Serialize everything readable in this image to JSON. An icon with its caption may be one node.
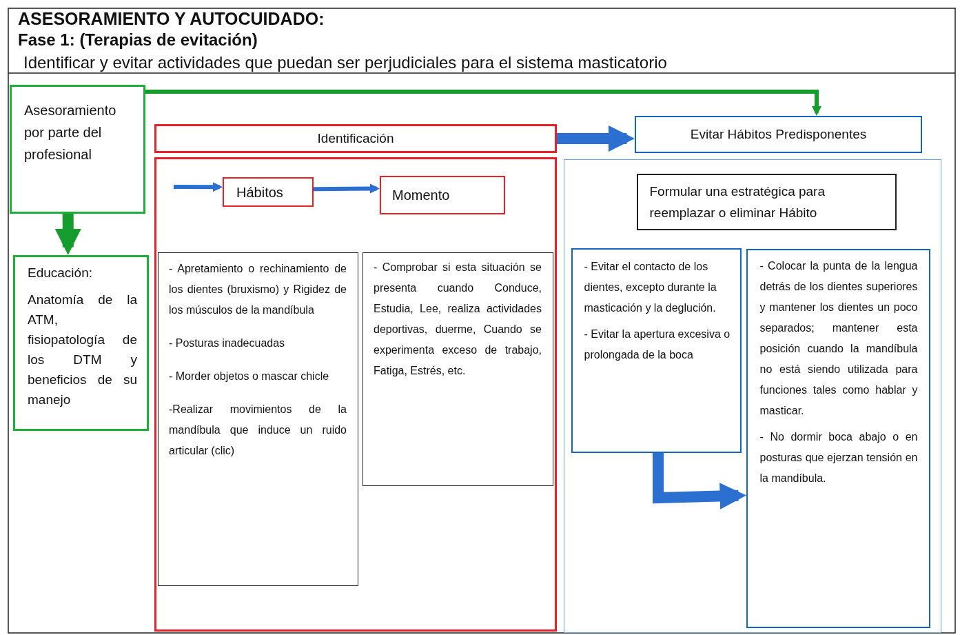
{
  "diagram": {
    "title": "ASESORAMIENTO  Y AUTOCUIDADO:",
    "nodes": [
      {
        "text": [
          "Asesoramiento por parte del profesional"
        ]
      },
      {
        "text": [
          "Educación:",
          "Anatomía de la ATM, fisiopatología de los DTM y beneficios de su manejo"
        ]
      },
      {
        "text": [
          "Identificación"
        ]
      },
      {
        "text": [],
        "shape": "box"
      },
      {
        "text": [
          "Hábitos"
        ],
        "in": 3
      },
      {
        "text": [
          "Momento"
        ],
        "in": 3
      },
      {
        "text": [
          "- Apretamiento o rechinamiento de los dientes (bruxismo) y Rigidez de los músculos de la mandíbula",
          "- Posturas inadecuadas",
          "- Morder objetos o mascar chicle",
          "-Realizar movimientos de la mandíbula que induce un ruido articular (clic)"
        ],
        "in": 3
      },
      {
        "text": [
          "- Comprobar si esta situación se presenta cuando Conduce, Estudia, Lee, realiza actividades deportivas, duerme, Cuando se experimenta exceso de trabajo, Fatiga, Estrés, etc."
        ],
        "in": 3
      },
      {
        "text": [
          "Evitar Hábitos Predisponentes"
        ]
      },
      {
        "text": [],
        "shape": "box"
      },
      {
        "text": [
          "Formular una estratégica para reemplazar o eliminar Hábito"
        ],
        "in": 9
      },
      {
        "text": [
          "- Evitar el contacto de los dientes, excepto durante la masticación y la deglución.",
          "- Evitar la apertura excesiva o prolongada de la boca"
        ],
        "in": 9
      },
      {
        "text": [
          "- Colocar la punta de la lengua detrás de los dientes superiores y mantener los dientes un poco separados; mantener esta posición cuando la mandíbula no está siendo utilizada para funciones tales como hablar y masticar.",
          "- No dormir boca abajo o en posturas que ejerzan tensión en la mandíbula."
        ],
        "in": 9
      }
    ],
    "edges": [
      {
        "from": 0,
        "to": 8,
        "arrow": "to",
        "color": "#169b2e"
      },
      {
        "from": 0,
        "to": 1,
        "arrow": "to",
        "style": "thick",
        "color": "#169b2e"
      },
      {
        "from": 2,
        "to": 8,
        "arrow": "to",
        "style": "thick"
      },
      {
        "from": null,
        "to": 4,
        "arrow": "to"
      },
      {
        "from": 4,
        "to": 5,
        "arrow": "to"
      },
      {
        "from": 11,
        "to": 12,
        "arrow": "to",
        "style": "thick"
      }
    ],
    "labels": [
      "Fase 1: (Terapias de evitación)",
      "Identificar y evitar actividades que puedan ser perjudiciales para el sistema masticatorio"
    ]
  }
}
